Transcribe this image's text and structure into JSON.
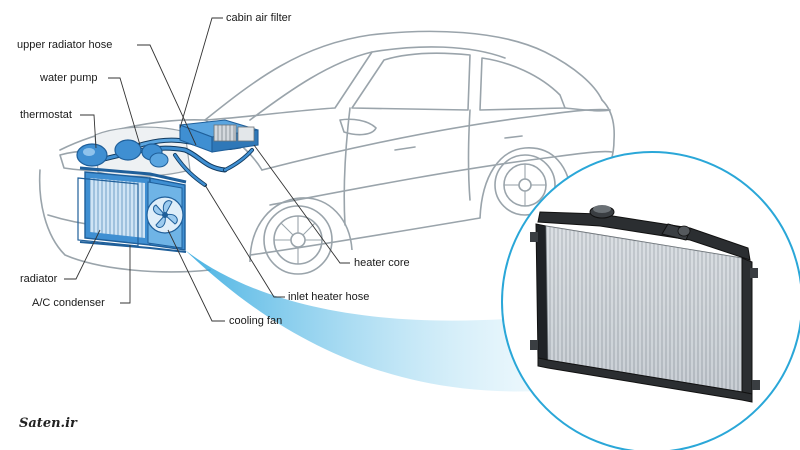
{
  "labels": {
    "cabin_air_filter": "cabin air filter",
    "upper_radiator_hose": "upper radiator hose",
    "water_pump": "water pump",
    "thermostat": "thermostat",
    "radiator": "radiator",
    "ac_condenser": "A/C condenser",
    "cooling_fan": "cooling fan",
    "inlet_heater_hose": "inlet heater hose",
    "heater_core": "heater core"
  },
  "watermark": "Saten.ir",
  "colors": {
    "car_outline": "#9aa4ab",
    "component_blue": "#3f8fd2",
    "component_blue_dark": "#1f5f9a",
    "leader_line": "#333333",
    "callout_beam": "#6cc6ec",
    "zoom_circle_border": "#2aa7d8"
  }
}
